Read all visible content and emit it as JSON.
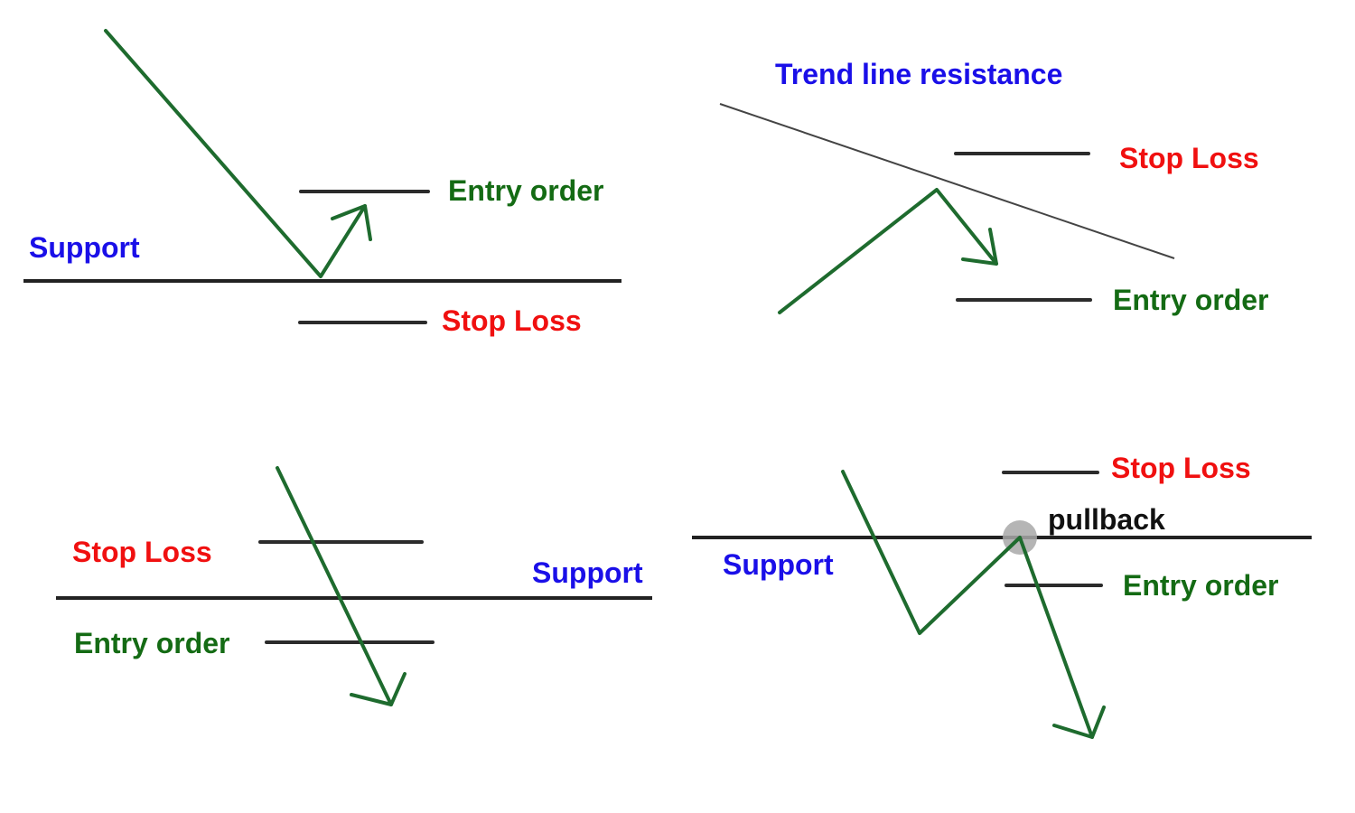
{
  "colors": {
    "support": "#1a0fe8",
    "stop_loss": "#f01010",
    "entry_order": "#146b14",
    "price_path": "#1e6b2e",
    "level_line": "#2b2b2b",
    "pullback_marker": "#a8a8a8"
  },
  "panels": {
    "top_left": {
      "support_label": "Support",
      "entry_label": "Entry order",
      "stop_label": "Stop Loss"
    },
    "top_right": {
      "title": "Trend line resistance",
      "stop_label": "Stop Loss",
      "entry_label": "Entry order"
    },
    "bottom_left": {
      "stop_label": "Stop Loss",
      "support_label": "Support",
      "entry_label": "Entry order"
    },
    "bottom_right": {
      "stop_label": "Stop Loss",
      "pullback_label": "pullback",
      "support_label": "Support",
      "entry_label": "Entry order"
    }
  }
}
